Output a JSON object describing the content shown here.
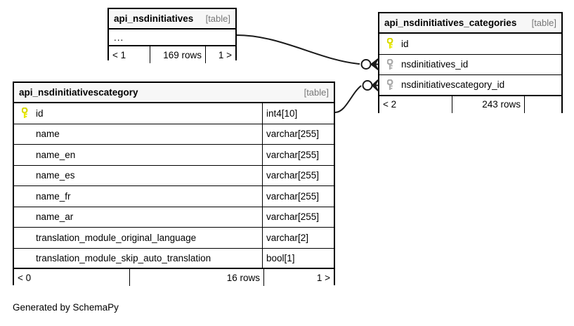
{
  "diagram": {
    "tool_credit": "Generated by SchemaPy",
    "table_tag": "[table]",
    "key_icons": {
      "primary": "key-icon-primary",
      "foreign": "key-icon-foreign"
    },
    "colors": {
      "primary_key": "#e8e800",
      "foreign_key": "#b0b0b0",
      "header_bg": "#f7f7f7",
      "border": "#000000",
      "tag_text": "#777777",
      "edge": "#1a1a1a"
    }
  },
  "tables": [
    {
      "id": "api_nsdinitiatives",
      "name": "api_nsdinitiatives",
      "tag": "[table]",
      "collapsed": true,
      "ellipsis": "...",
      "columns": [],
      "footer": {
        "left": "< 1",
        "middle": "169 rows",
        "right": "1 >"
      }
    },
    {
      "id": "api_nsdinitiatives_categories",
      "name": "api_nsdinitiatives_categories",
      "tag": "[table]",
      "collapsed": false,
      "columns": [
        {
          "name": "id",
          "type": "",
          "key": "primary"
        },
        {
          "name": "nsdinitiatives_id",
          "type": "",
          "key": "foreign"
        },
        {
          "name": "nsdinitiativescategory_id",
          "type": "",
          "key": "foreign"
        }
      ],
      "footer": {
        "left": "< 2",
        "middle": "243 rows",
        "right": ""
      }
    },
    {
      "id": "api_nsdinitiativescategory",
      "name": "api_nsdinitiativescategory",
      "tag": "[table]",
      "collapsed": false,
      "columns": [
        {
          "name": "id",
          "type": "int4[10]",
          "key": "primary"
        },
        {
          "name": "name",
          "type": "varchar[255]",
          "key": "none"
        },
        {
          "name": "name_en",
          "type": "varchar[255]",
          "key": "none"
        },
        {
          "name": "name_es",
          "type": "varchar[255]",
          "key": "none"
        },
        {
          "name": "name_fr",
          "type": "varchar[255]",
          "key": "none"
        },
        {
          "name": "name_ar",
          "type": "varchar[255]",
          "key": "none"
        },
        {
          "name": "translation_module_original_language",
          "type": "varchar[2]",
          "key": "none"
        },
        {
          "name": "translation_module_skip_auto_translation",
          "type": "bool[1]",
          "key": "none"
        }
      ],
      "footer": {
        "left": "< 0",
        "middle": "16 rows",
        "right": "1 >"
      }
    }
  ],
  "relationships": [
    {
      "id": "rel-nsdinitiatives",
      "from_table": "api_nsdinitiatives",
      "to_table": "api_nsdinitiatives_categories",
      "to_column": "nsdinitiatives_id",
      "cardinality": "zero-or-many"
    },
    {
      "id": "rel-nsdinitiativescategory",
      "from_table": "api_nsdinitiativescategory",
      "from_column": "id",
      "to_table": "api_nsdinitiatives_categories",
      "to_column": "nsdinitiativescategory_id",
      "cardinality": "zero-or-many"
    }
  ]
}
